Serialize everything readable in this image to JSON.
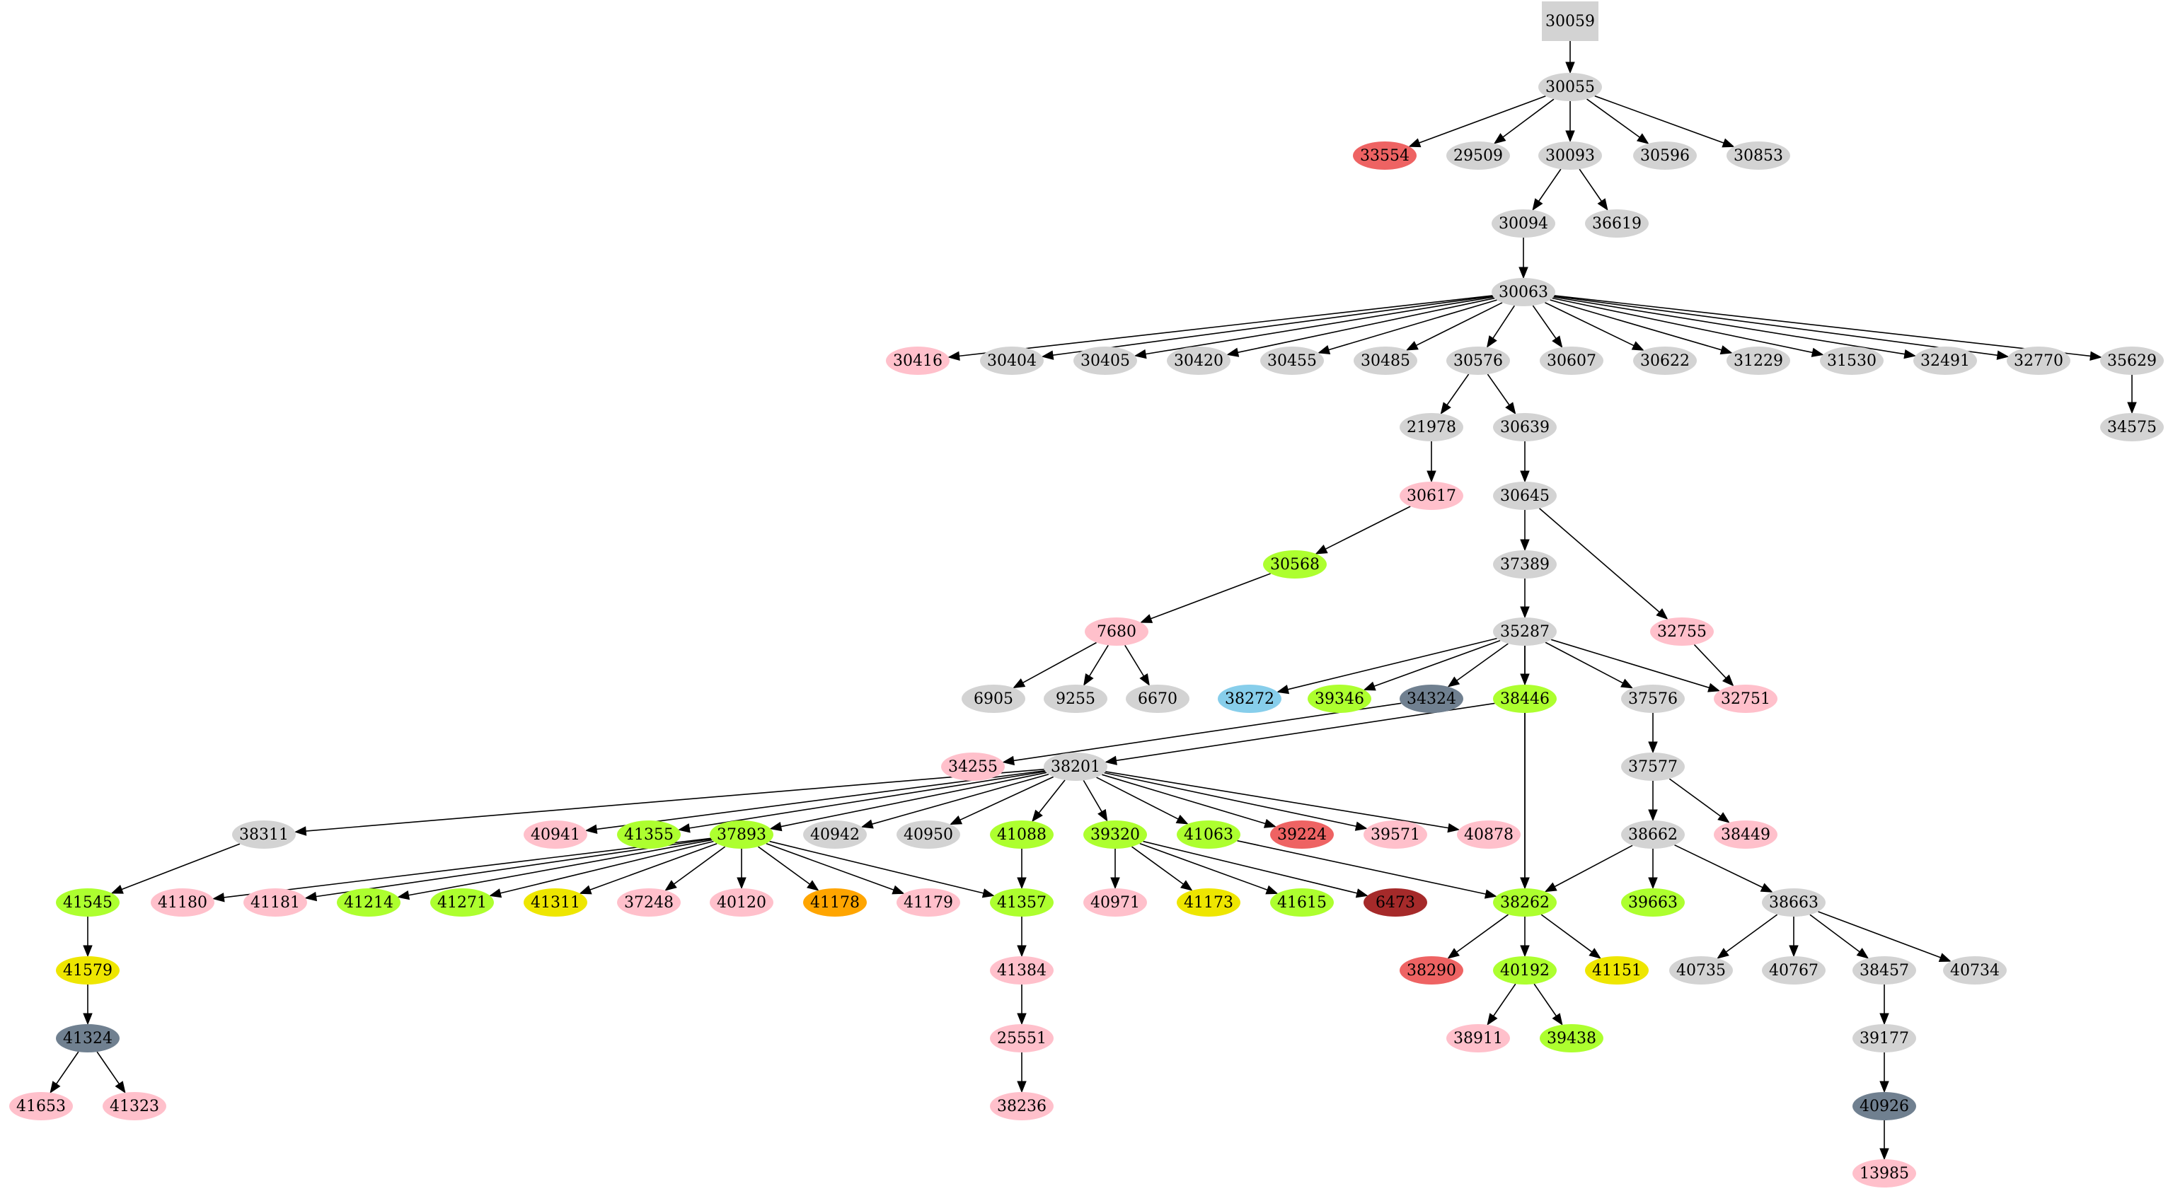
{
  "colors": {
    "gray": "#d3d3d3",
    "pink": "#ffc0cb",
    "green": "#adff2f",
    "yellow": "#eee600",
    "red": "#ee6363",
    "darkred": "#a52a2a",
    "slate": "#708090",
    "skyblue": "#87ceeb",
    "orange": "#ffa500",
    "text": "#000000",
    "edge": "#000000"
  },
  "nodes": [
    {
      "id": "30059",
      "label": "30059",
      "color": "gray",
      "shape": "box"
    },
    {
      "id": "30055",
      "label": "30055",
      "color": "gray"
    },
    {
      "id": "33554",
      "label": "33554",
      "color": "red"
    },
    {
      "id": "29509",
      "label": "29509",
      "color": "gray"
    },
    {
      "id": "30093",
      "label": "30093",
      "color": "gray"
    },
    {
      "id": "30596",
      "label": "30596",
      "color": "gray"
    },
    {
      "id": "30853",
      "label": "30853",
      "color": "gray"
    },
    {
      "id": "30094",
      "label": "30094",
      "color": "gray"
    },
    {
      "id": "36619",
      "label": "36619",
      "color": "gray"
    },
    {
      "id": "30063",
      "label": "30063",
      "color": "gray"
    },
    {
      "id": "30416",
      "label": "30416",
      "color": "pink"
    },
    {
      "id": "30404",
      "label": "30404",
      "color": "gray"
    },
    {
      "id": "30405",
      "label": "30405",
      "color": "gray"
    },
    {
      "id": "30420",
      "label": "30420",
      "color": "gray"
    },
    {
      "id": "30455",
      "label": "30455",
      "color": "gray"
    },
    {
      "id": "30485",
      "label": "30485",
      "color": "gray"
    },
    {
      "id": "30576",
      "label": "30576",
      "color": "gray"
    },
    {
      "id": "30607",
      "label": "30607",
      "color": "gray"
    },
    {
      "id": "30622",
      "label": "30622",
      "color": "gray"
    },
    {
      "id": "31229",
      "label": "31229",
      "color": "gray"
    },
    {
      "id": "31530",
      "label": "31530",
      "color": "gray"
    },
    {
      "id": "32491",
      "label": "32491",
      "color": "gray"
    },
    {
      "id": "32770",
      "label": "32770",
      "color": "gray"
    },
    {
      "id": "35629",
      "label": "35629",
      "color": "gray"
    },
    {
      "id": "34575",
      "label": "34575",
      "color": "gray"
    },
    {
      "id": "21978",
      "label": "21978",
      "color": "gray"
    },
    {
      "id": "30639",
      "label": "30639",
      "color": "gray"
    },
    {
      "id": "30617",
      "label": "30617",
      "color": "pink"
    },
    {
      "id": "30645",
      "label": "30645",
      "color": "gray"
    },
    {
      "id": "30568",
      "label": "30568",
      "color": "green"
    },
    {
      "id": "37389",
      "label": "37389",
      "color": "gray"
    },
    {
      "id": "7680",
      "label": "7680",
      "color": "pink"
    },
    {
      "id": "35287",
      "label": "35287",
      "color": "gray"
    },
    {
      "id": "32755",
      "label": "32755",
      "color": "pink"
    },
    {
      "id": "6905",
      "label": "6905",
      "color": "gray"
    },
    {
      "id": "9255",
      "label": "9255",
      "color": "gray"
    },
    {
      "id": "6670",
      "label": "6670",
      "color": "gray"
    },
    {
      "id": "38272",
      "label": "38272",
      "color": "skyblue"
    },
    {
      "id": "39346",
      "label": "39346",
      "color": "green"
    },
    {
      "id": "34324",
      "label": "34324",
      "color": "slate"
    },
    {
      "id": "38446",
      "label": "38446",
      "color": "green"
    },
    {
      "id": "37576",
      "label": "37576",
      "color": "gray"
    },
    {
      "id": "32751",
      "label": "32751",
      "color": "pink"
    },
    {
      "id": "34255",
      "label": "34255",
      "color": "pink"
    },
    {
      "id": "38201",
      "label": "38201",
      "color": "gray"
    },
    {
      "id": "37577",
      "label": "37577",
      "color": "gray"
    },
    {
      "id": "38311",
      "label": "38311",
      "color": "gray"
    },
    {
      "id": "40941",
      "label": "40941",
      "color": "pink"
    },
    {
      "id": "41355",
      "label": "41355",
      "color": "green"
    },
    {
      "id": "37893",
      "label": "37893",
      "color": "green"
    },
    {
      "id": "40942",
      "label": "40942",
      "color": "gray"
    },
    {
      "id": "40950",
      "label": "40950",
      "color": "gray"
    },
    {
      "id": "41088",
      "label": "41088",
      "color": "green"
    },
    {
      "id": "39320",
      "label": "39320",
      "color": "green"
    },
    {
      "id": "41063",
      "label": "41063",
      "color": "green"
    },
    {
      "id": "39224",
      "label": "39224",
      "color": "red"
    },
    {
      "id": "39571",
      "label": "39571",
      "color": "pink"
    },
    {
      "id": "40878",
      "label": "40878",
      "color": "pink"
    },
    {
      "id": "38662",
      "label": "38662",
      "color": "gray"
    },
    {
      "id": "38449",
      "label": "38449",
      "color": "pink"
    },
    {
      "id": "41545",
      "label": "41545",
      "color": "green"
    },
    {
      "id": "41180",
      "label": "41180",
      "color": "pink"
    },
    {
      "id": "41181",
      "label": "41181",
      "color": "pink"
    },
    {
      "id": "41214",
      "label": "41214",
      "color": "green"
    },
    {
      "id": "41271",
      "label": "41271",
      "color": "green"
    },
    {
      "id": "41311",
      "label": "41311",
      "color": "yellow"
    },
    {
      "id": "37248",
      "label": "37248",
      "color": "pink"
    },
    {
      "id": "40120",
      "label": "40120",
      "color": "pink"
    },
    {
      "id": "41178",
      "label": "41178",
      "color": "orange"
    },
    {
      "id": "41179",
      "label": "41179",
      "color": "pink"
    },
    {
      "id": "41357",
      "label": "41357",
      "color": "green"
    },
    {
      "id": "40971",
      "label": "40971",
      "color": "pink"
    },
    {
      "id": "41173",
      "label": "41173",
      "color": "yellow"
    },
    {
      "id": "41615",
      "label": "41615",
      "color": "green"
    },
    {
      "id": "6473",
      "label": "6473",
      "color": "darkred"
    },
    {
      "id": "38262",
      "label": "38262",
      "color": "green"
    },
    {
      "id": "39663",
      "label": "39663",
      "color": "green"
    },
    {
      "id": "38663",
      "label": "38663",
      "color": "gray"
    },
    {
      "id": "41579",
      "label": "41579",
      "color": "yellow"
    },
    {
      "id": "41384",
      "label": "41384",
      "color": "pink"
    },
    {
      "id": "38290",
      "label": "38290",
      "color": "red"
    },
    {
      "id": "40192",
      "label": "40192",
      "color": "green"
    },
    {
      "id": "41151",
      "label": "41151",
      "color": "yellow"
    },
    {
      "id": "40735",
      "label": "40735",
      "color": "gray"
    },
    {
      "id": "40767",
      "label": "40767",
      "color": "gray"
    },
    {
      "id": "38457",
      "label": "38457",
      "color": "gray"
    },
    {
      "id": "40734",
      "label": "40734",
      "color": "gray"
    },
    {
      "id": "41324",
      "label": "41324",
      "color": "slate"
    },
    {
      "id": "25551",
      "label": "25551",
      "color": "pink"
    },
    {
      "id": "38911",
      "label": "38911",
      "color": "pink"
    },
    {
      "id": "39438",
      "label": "39438",
      "color": "green"
    },
    {
      "id": "39177",
      "label": "39177",
      "color": "gray"
    },
    {
      "id": "41653",
      "label": "41653",
      "color": "pink"
    },
    {
      "id": "41323",
      "label": "41323",
      "color": "pink"
    },
    {
      "id": "38236",
      "label": "38236",
      "color": "pink"
    },
    {
      "id": "40926",
      "label": "40926",
      "color": "slate"
    },
    {
      "id": "13985",
      "label": "13985",
      "color": "pink"
    }
  ],
  "edges": [
    [
      "30059",
      "30055"
    ],
    [
      "30055",
      "33554"
    ],
    [
      "30055",
      "29509"
    ],
    [
      "30055",
      "30093"
    ],
    [
      "30055",
      "30596"
    ],
    [
      "30055",
      "30853"
    ],
    [
      "30093",
      "30094"
    ],
    [
      "30093",
      "36619"
    ],
    [
      "30094",
      "30063"
    ],
    [
      "30063",
      "30416"
    ],
    [
      "30063",
      "30404"
    ],
    [
      "30063",
      "30405"
    ],
    [
      "30063",
      "30420"
    ],
    [
      "30063",
      "30455"
    ],
    [
      "30063",
      "30485"
    ],
    [
      "30063",
      "30576"
    ],
    [
      "30063",
      "30607"
    ],
    [
      "30063",
      "30622"
    ],
    [
      "30063",
      "31229"
    ],
    [
      "30063",
      "31530"
    ],
    [
      "30063",
      "32491"
    ],
    [
      "30063",
      "32770"
    ],
    [
      "30063",
      "35629"
    ],
    [
      "35629",
      "34575"
    ],
    [
      "30576",
      "21978"
    ],
    [
      "30576",
      "30639"
    ],
    [
      "21978",
      "30617"
    ],
    [
      "30639",
      "30645"
    ],
    [
      "30617",
      "30568"
    ],
    [
      "30645",
      "37389"
    ],
    [
      "30645",
      "32755"
    ],
    [
      "30568",
      "7680"
    ],
    [
      "37389",
      "35287"
    ],
    [
      "7680",
      "6905"
    ],
    [
      "7680",
      "9255"
    ],
    [
      "7680",
      "6670"
    ],
    [
      "35287",
      "38272"
    ],
    [
      "35287",
      "39346"
    ],
    [
      "35287",
      "34324"
    ],
    [
      "35287",
      "38446"
    ],
    [
      "35287",
      "38262"
    ],
    [
      "35287",
      "37576"
    ],
    [
      "35287",
      "32751"
    ],
    [
      "32755",
      "32751"
    ],
    [
      "34324",
      "34255"
    ],
    [
      "38446",
      "38201"
    ],
    [
      "38446",
      "38262"
    ],
    [
      "37576",
      "37577"
    ],
    [
      "37577",
      "38662"
    ],
    [
      "37577",
      "38449"
    ],
    [
      "38201",
      "38311"
    ],
    [
      "38201",
      "40941"
    ],
    [
      "38201",
      "41355"
    ],
    [
      "38201",
      "37893"
    ],
    [
      "38201",
      "40942"
    ],
    [
      "38201",
      "40950"
    ],
    [
      "38201",
      "41088"
    ],
    [
      "38201",
      "39320"
    ],
    [
      "38201",
      "41063"
    ],
    [
      "38201",
      "39224"
    ],
    [
      "38201",
      "39571"
    ],
    [
      "38201",
      "40878"
    ],
    [
      "38311",
      "41545"
    ],
    [
      "37893",
      "41180"
    ],
    [
      "37893",
      "41181"
    ],
    [
      "37893",
      "41214"
    ],
    [
      "37893",
      "41271"
    ],
    [
      "37893",
      "41311"
    ],
    [
      "37893",
      "37248"
    ],
    [
      "37893",
      "40120"
    ],
    [
      "37893",
      "41178"
    ],
    [
      "37893",
      "41179"
    ],
    [
      "37893",
      "41357"
    ],
    [
      "41088",
      "41357"
    ],
    [
      "39320",
      "40971"
    ],
    [
      "39320",
      "41173"
    ],
    [
      "39320",
      "41615"
    ],
    [
      "39320",
      "6473"
    ],
    [
      "41063",
      "38262"
    ],
    [
      "38662",
      "38262"
    ],
    [
      "38662",
      "39663"
    ],
    [
      "38662",
      "38663"
    ],
    [
      "41545",
      "41579"
    ],
    [
      "41579",
      "41324"
    ],
    [
      "41324",
      "41653"
    ],
    [
      "41324",
      "41323"
    ],
    [
      "41357",
      "41384"
    ],
    [
      "41384",
      "25551"
    ],
    [
      "25551",
      "38236"
    ],
    [
      "38262",
      "38290"
    ],
    [
      "38262",
      "40192"
    ],
    [
      "38262",
      "41151"
    ],
    [
      "40192",
      "38911"
    ],
    [
      "40192",
      "39438"
    ],
    [
      "38663",
      "40735"
    ],
    [
      "38663",
      "40767"
    ],
    [
      "38663",
      "38457"
    ],
    [
      "38663",
      "40734"
    ],
    [
      "38457",
      "39177"
    ],
    [
      "39177",
      "40926"
    ],
    [
      "40926",
      "13985"
    ]
  ]
}
